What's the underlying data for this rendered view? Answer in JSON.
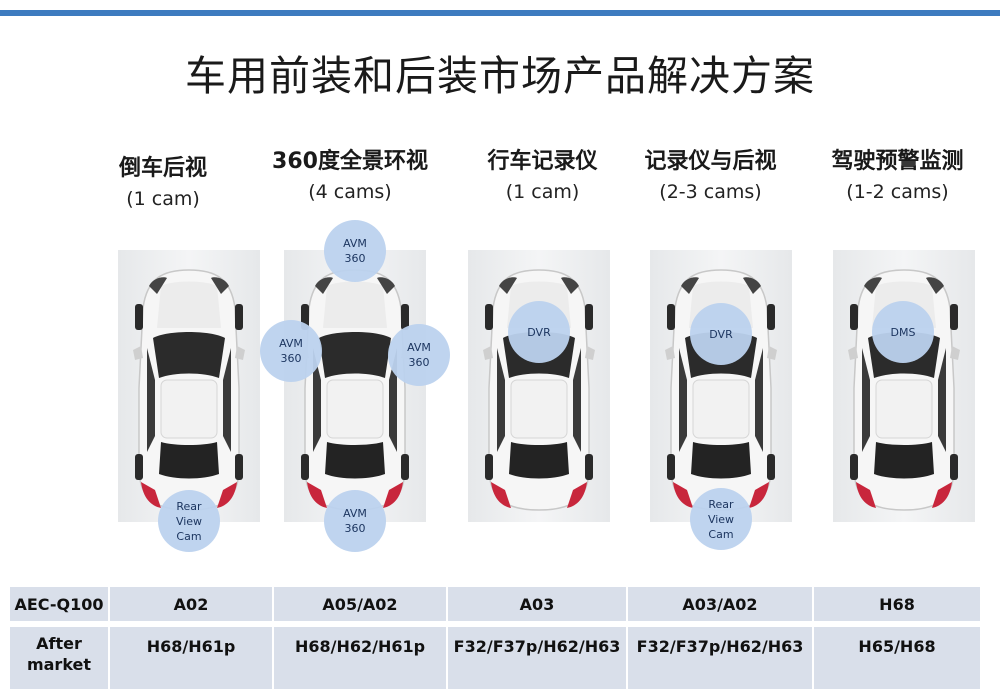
{
  "title": "车用前装和后装市场产品解决方案",
  "columns": [
    {
      "name": "倒车后视",
      "cams": "(1 cam)"
    },
    {
      "name": "360度全景环视",
      "cams": "(4 cams)"
    },
    {
      "name": "行车记录仪",
      "cams": "(1 cam)"
    },
    {
      "name": "记录仪与后视",
      "cams": "(2-3 cams)"
    },
    {
      "name": "驾驶预警监测",
      "cams": "(1-2 cams)"
    }
  ],
  "bubbles": {
    "rear": "Rear\nView\nCam",
    "avm": "AVM\n360",
    "dvr": "DVR",
    "dms": "DMS"
  },
  "table": {
    "row1_label": "AEC-Q100",
    "row1": [
      "A02",
      "A05/A02",
      "A03",
      "A03/A02",
      "H68"
    ],
    "row2_label": "After\nmarket",
    "row2": [
      "H68/H61p",
      "H68/H62/H61p",
      "F32/F37p/H62/H63",
      "F32/F37p/H62/H63",
      "H65/H68"
    ]
  },
  "colors": {
    "accent": "#3d7bbf",
    "bubble": "#bcd2ee",
    "table_bg": "#d9dfea"
  }
}
